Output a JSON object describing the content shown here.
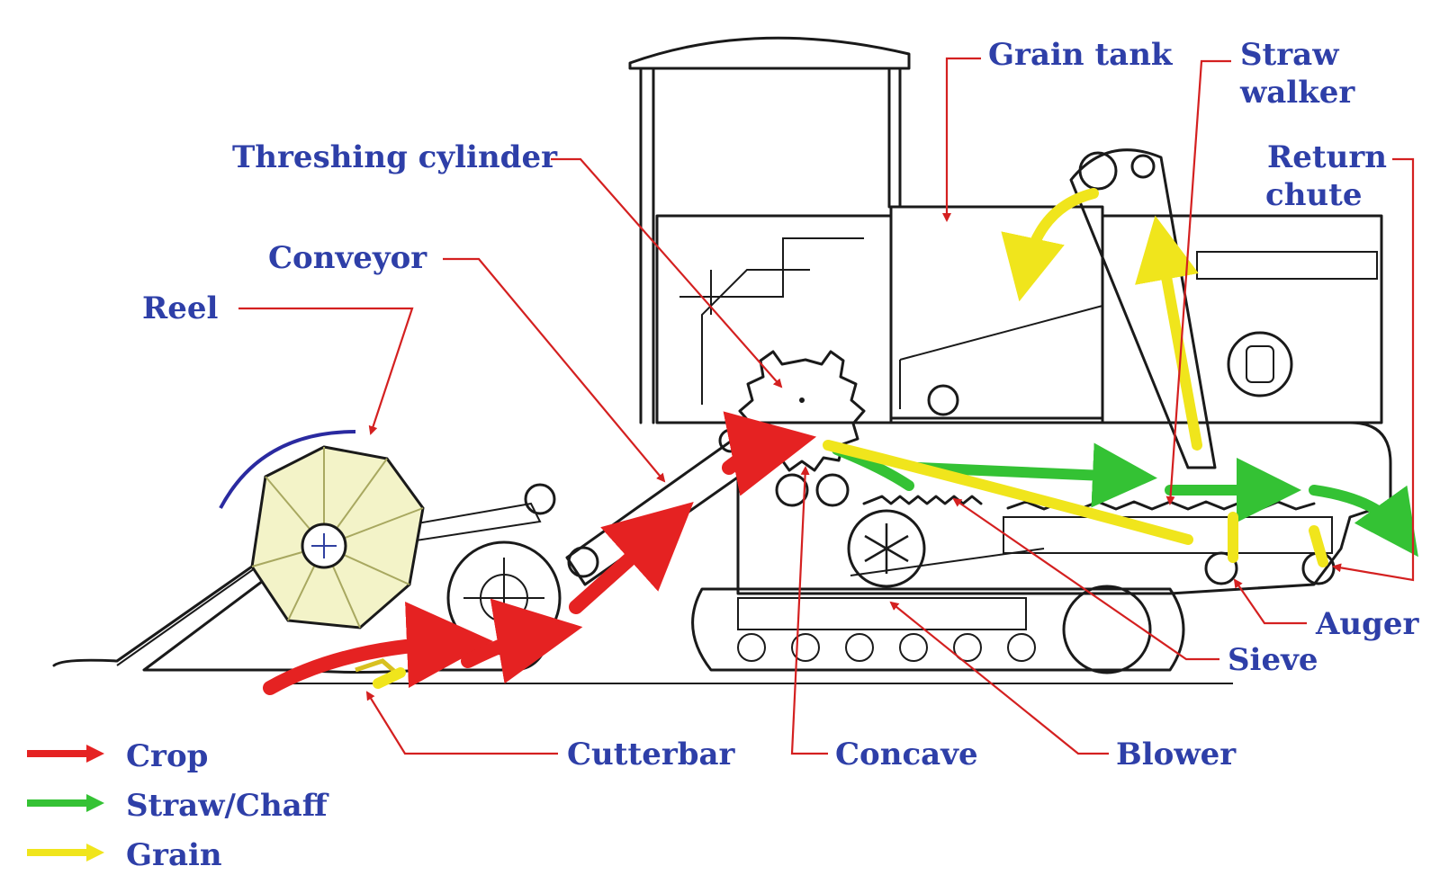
{
  "labels": {
    "reel": "Reel",
    "conveyor": "Conveyor",
    "threshing_cylinder": "Threshing cylinder",
    "grain_tank": "Grain tank",
    "straw_walker_line1": "Straw",
    "straw_walker_line2": "walker",
    "return_chute_line1": "Return",
    "return_chute_line2": "chute",
    "auger": "Auger",
    "sieve": "Sieve",
    "cutterbar": "Cutterbar",
    "concave": "Concave",
    "blower": "Blower"
  },
  "legend": [
    {
      "label": "Crop",
      "color": "#e52222"
    },
    {
      "label": "Straw/Chaff",
      "color": "#34c234"
    },
    {
      "label": "Grain",
      "color": "#f0e51c"
    }
  ],
  "colors": {
    "label_text": "#2e3fa8",
    "leader_line": "#d42020",
    "crop_flow": "#e52222",
    "straw_flow": "#34c234",
    "grain_flow": "#f0e51c",
    "reel_fill": "#f3f3c8"
  }
}
